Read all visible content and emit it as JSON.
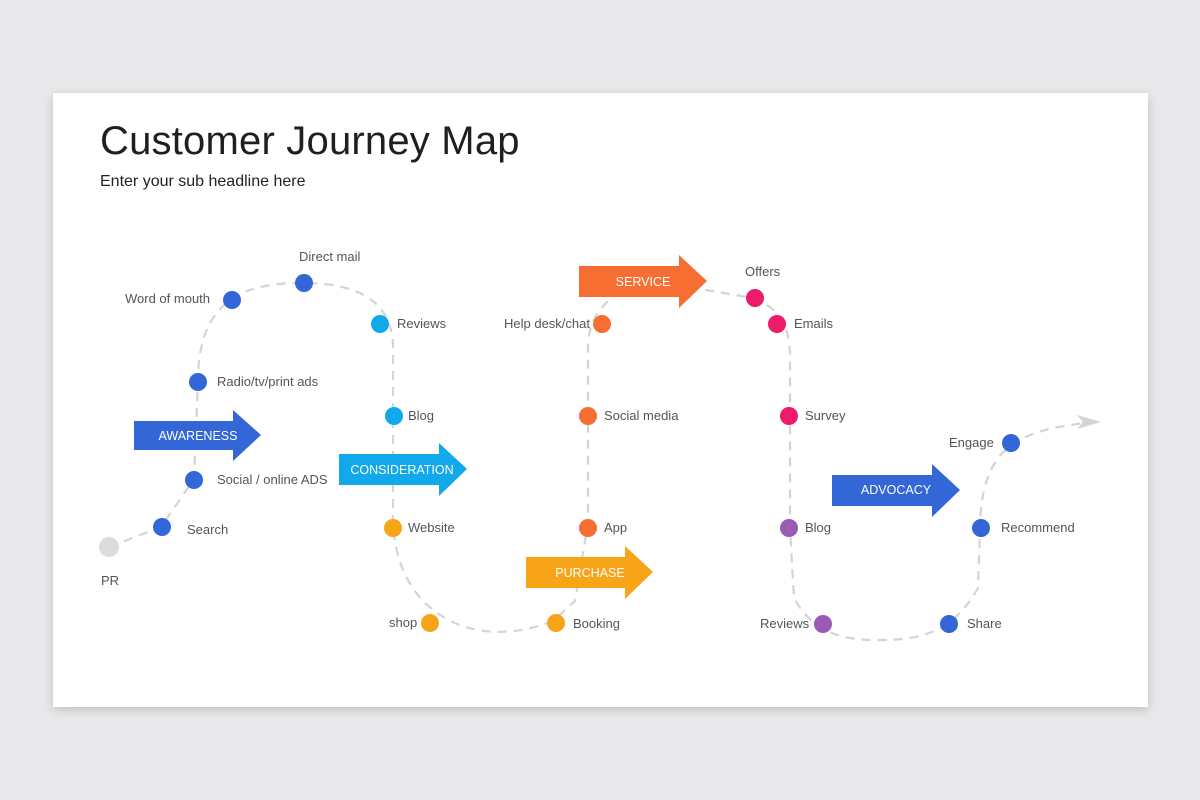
{
  "title": "Customer Journey Map",
  "subtitle": "Enter your sub headline here",
  "colors": {
    "awareness": "#3366d6",
    "consideration": "#12a8ec",
    "purchase": "#f7a418",
    "service": "#f76e32",
    "service_dot": "#ee1b6a",
    "advocacy": "#3366d6",
    "reviews_dot": "#9b5bb5",
    "start_dot": "#dcdcdc",
    "path": "#d4d4d4"
  },
  "stages": {
    "awareness": "AWARENESS",
    "consideration": "CONSIDERATION",
    "purchase": "PURCHASE",
    "service": "SERVICE",
    "advocacy": "ADVOCACY"
  },
  "touchpoints": {
    "pr": "PR",
    "search": "Search",
    "social_online_ads": "Social / online ADS",
    "radio_tv_print_ads": "Radio/tv/print ads",
    "word_of_mouth": "Word of mouth",
    "direct_mail": "Direct mail",
    "reviews_1": "Reviews",
    "blog_1": "Blog",
    "website": "Website",
    "shop": "shop",
    "booking": "Booking",
    "app": "App",
    "social_media": "Social media",
    "help_desk_chat": "Help desk/chat",
    "offers": "Offers",
    "emails": "Emails",
    "survey": "Survey",
    "blog_2": "Blog",
    "reviews_2": "Reviews",
    "share": "Share",
    "recommend": "Recommend",
    "engage": "Engage"
  }
}
